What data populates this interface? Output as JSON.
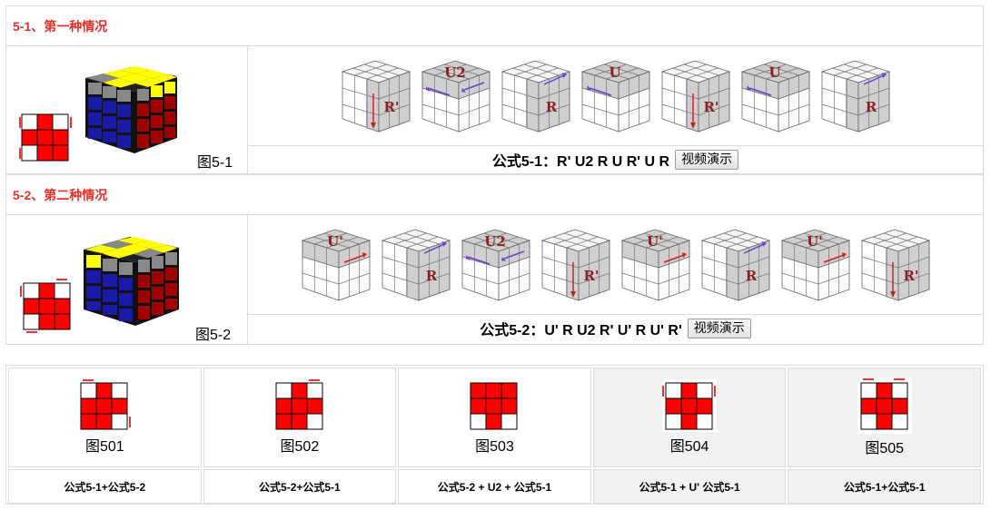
{
  "section1": {
    "title": "5-1、第一种情况",
    "fig_label": "图5-1",
    "formula_label": "公式5-1：R' U2 R U R' U R",
    "video_button": "视频演示",
    "moves": [
      "R'",
      "U2",
      "R",
      "U",
      "R'",
      "U",
      "R"
    ]
  },
  "section2": {
    "title": "5-2、第二种情况",
    "fig_label": "图5-2",
    "formula_label": "公式5-2：U' R U2 R' U' R U' R'",
    "video_button": "视频演示",
    "moves": [
      "U'",
      "R",
      "U2",
      "R'",
      "U'",
      "R",
      "U'",
      "R'"
    ]
  },
  "cases": [
    {
      "label": "图501",
      "formula": "公式5-1+公式5-2"
    },
    {
      "label": "图502",
      "formula": "公式5-2+公式5-1"
    },
    {
      "label": "图503",
      "formula": "公式5-2 + U2 + 公式5-1"
    },
    {
      "label": "图504",
      "formula": "公式5-1 + U' 公式5-1"
    },
    {
      "label": "图505",
      "formula": "公式5-1+公式5-1"
    }
  ],
  "colors": {
    "title_red": "#e8302a",
    "sticker_red": "#ff0000",
    "cube_yellow": "#ffff00",
    "cube_blue": "#1a1aa8",
    "cube_red": "#a00000",
    "arrow_purple": "#6b3fd0",
    "arrow_red": "#d02020",
    "face_gray": "#cfcfcf"
  }
}
